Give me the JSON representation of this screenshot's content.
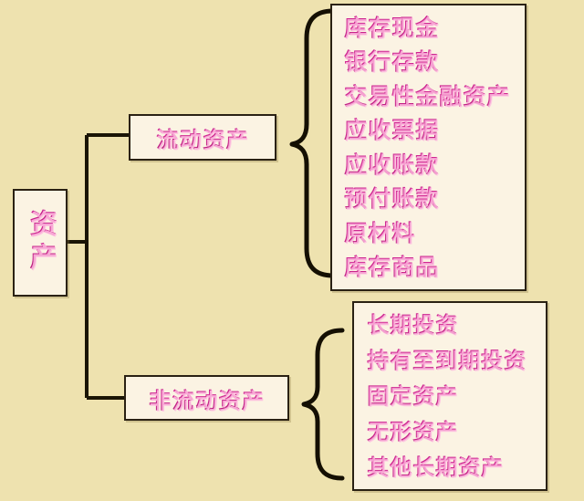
{
  "diagram": {
    "type": "tree-with-braces",
    "background_color": "#eee2af",
    "box_fill_color": "#fbf3e3",
    "box_border_color": "#2a2113",
    "text_color": "#cf1f8e",
    "connector_color": "#1a1505"
  },
  "root": {
    "label": "资产"
  },
  "branches": [
    {
      "id": "current",
      "label": "流动资产",
      "items": [
        "库存现金",
        "银行存款",
        "交易性金融资产",
        "应收票据",
        "应收账款",
        "预付账款",
        "原材料",
        "库存商品"
      ]
    },
    {
      "id": "noncurrent",
      "label": "非流动资产",
      "items": [
        "长期投资",
        "持有至到期投资",
        "固定资产",
        "无形资产",
        "其他长期资产"
      ]
    }
  ]
}
